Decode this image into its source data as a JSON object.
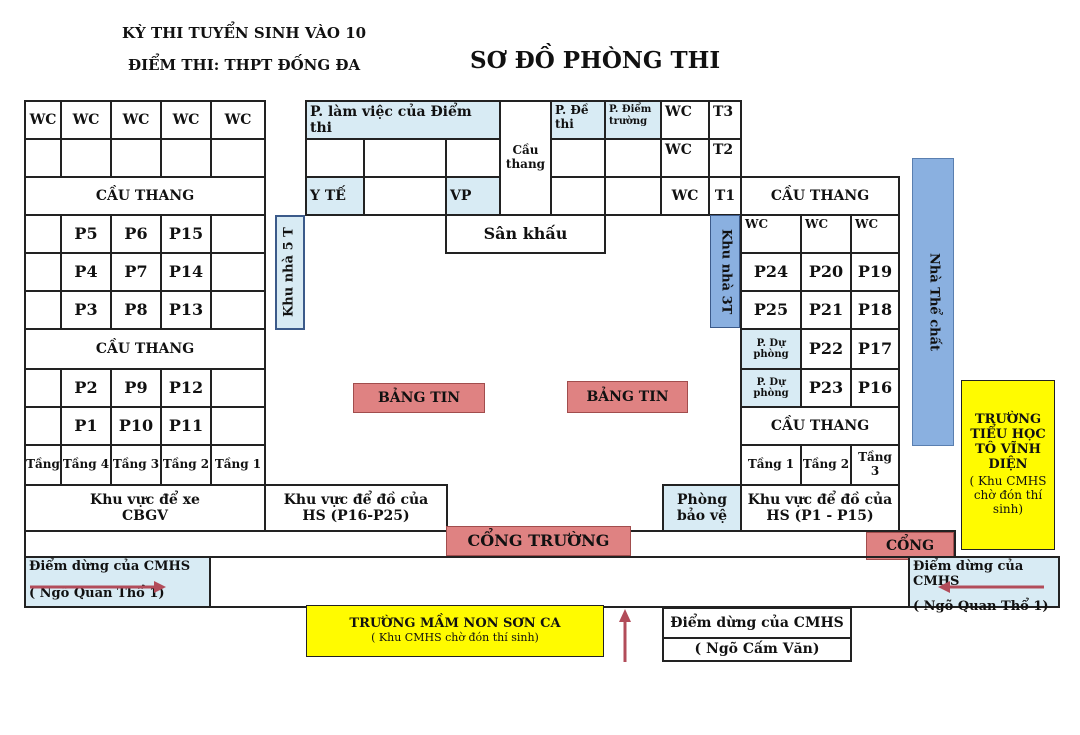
{
  "header": {
    "exam_title": "KỲ THI TUYỂN SINH VÀO 10",
    "site": "ĐIỂM THI: THPT ĐỐNG ĐA",
    "map_title": "SƠ ĐỒ PHÒNG THI"
  },
  "left_block": {
    "wc": "WC",
    "stairs": "CẦU THANG",
    "rooms": [
      "P5",
      "P6",
      "P15",
      "P4",
      "P7",
      "P14",
      "P3",
      "P8",
      "P13",
      "P2",
      "P9",
      "P12",
      "P1",
      "P10",
      "P11"
    ],
    "floors": [
      "Tầng",
      "Tầng 4",
      "Tầng 3",
      "Tầng 2",
      "Tầng 1"
    ],
    "building": "Khu nhà 5 T"
  },
  "top_block": {
    "office": "P. làm việc của Điểm thi",
    "stairs": "Cầu thang",
    "exam_room": "P. Đề thi",
    "principal_room": "P. Điểm trường",
    "wc": "WC",
    "floors": [
      "T3",
      "T2",
      "T1"
    ],
    "medical": "Y TẾ",
    "vp": "VP",
    "stage": "Sân khấu"
  },
  "right_block": {
    "stairs": "CẦU THANG",
    "wc": "WC",
    "building": "Khu nhà 3T",
    "rooms": [
      "P24",
      "P20",
      "P19",
      "P25",
      "P21",
      "P18",
      "P22",
      "P17",
      "P23",
      "P16"
    ],
    "reserve": "P. Dự phòng",
    "floors": [
      "Tầng 1",
      "Tầng 2",
      "Tầng 3"
    ],
    "gym": "Nhà Thể chất"
  },
  "yard": {
    "board": "BẢNG TIN"
  },
  "bottom": {
    "parking": "Khu vực để xe CBGV",
    "hs_area_1": "Khu vực để đồ của HS (P16-P25)",
    "guard": "Phòng bảo vệ",
    "hs_area_2": "Khu vực để đồ của HS (P1 - P15)",
    "main_gate": "CỔNG TRƯỜNG",
    "gate": "CỔNG",
    "stop_label": "Điểm dừng của CMHS",
    "stop_left": "( Ngõ Quan Thổ 1)",
    "stop_right": "( Ngõ Quan Thổ 1)",
    "kindergarten": "TRƯỜNG MẦM NON SƠN CA",
    "kindergarten_note": "( Khu CMHS chờ đón thí sinh)",
    "stop_cam_van": "( Ngõ  Cấm Văn)",
    "primary_school": "TRƯỜNG TIỂU HỌC TÔ VĨNH DIỆN",
    "primary_note": "( Khu CMHS chờ đón thí sinh)"
  },
  "colors": {
    "light_blue": "#d8ebf4",
    "blue": "#8ab0e0",
    "yellow": "#fffb00",
    "pink": "#df8282",
    "arrow": "#b24c5a"
  }
}
